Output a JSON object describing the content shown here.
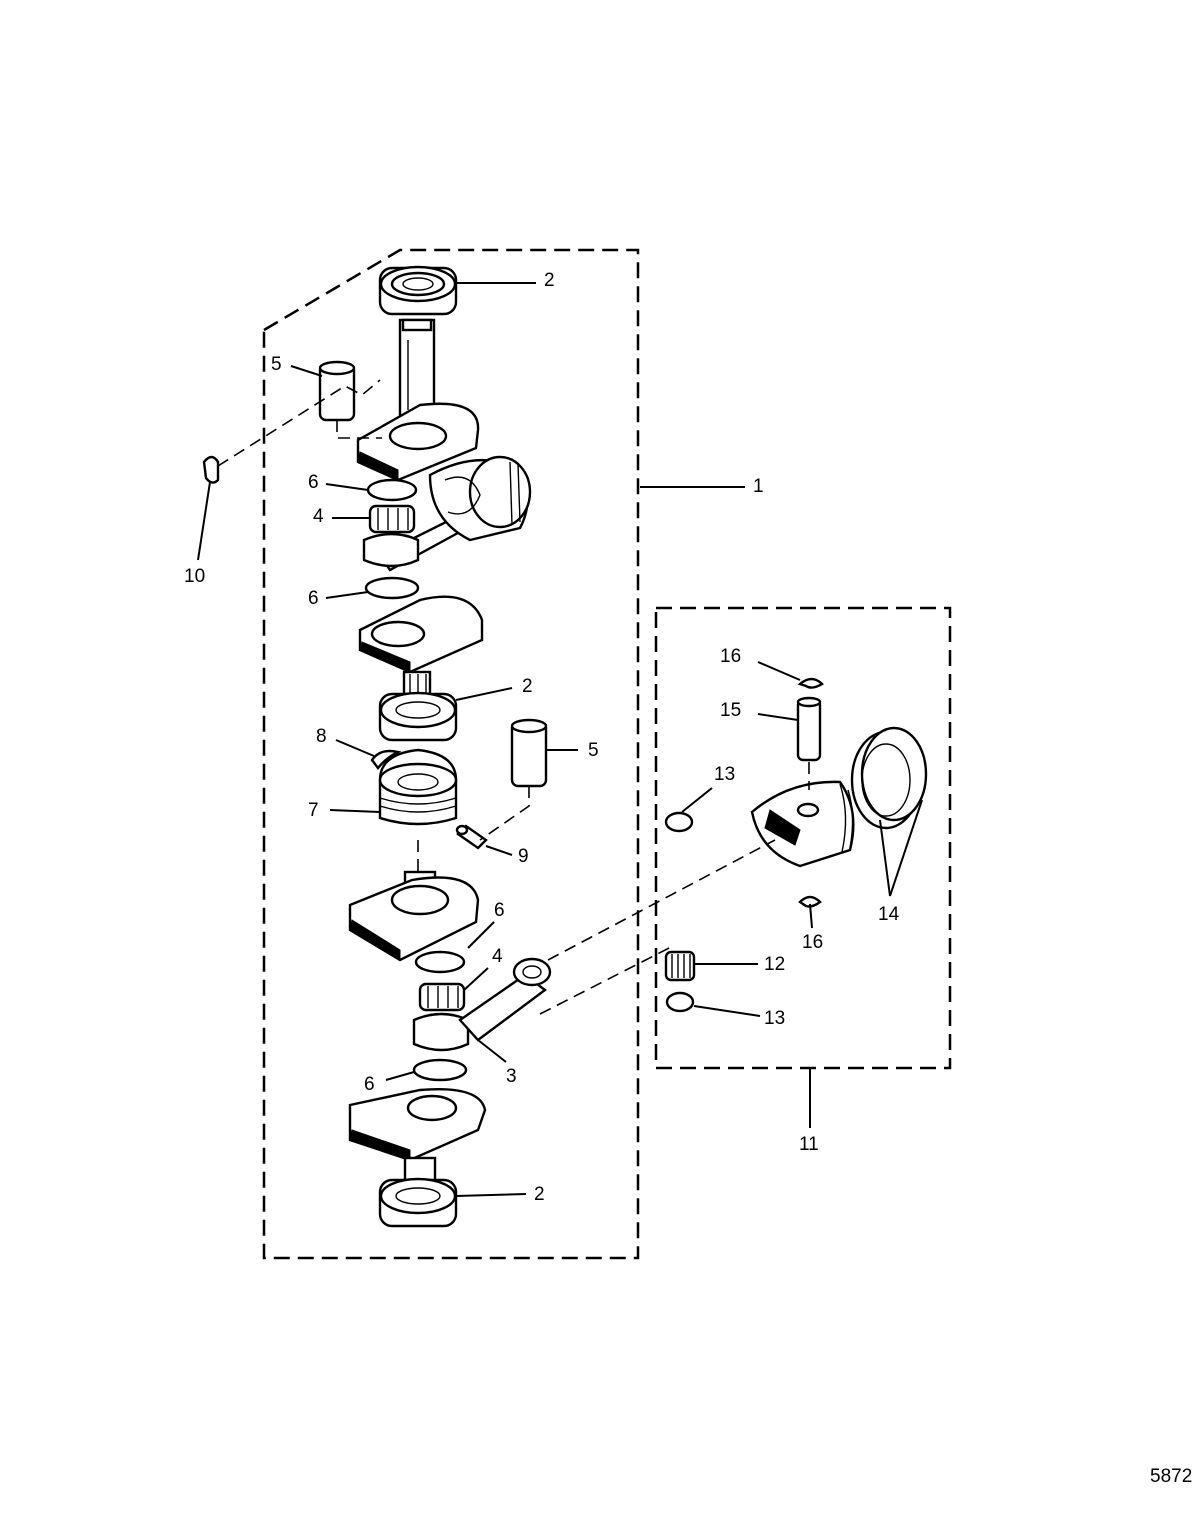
{
  "drawing_number": "5872",
  "callouts": {
    "c1": "1",
    "c2_top": "2",
    "c2_mid": "2",
    "c2_bottom": "2",
    "c3": "3",
    "c4_top": "4",
    "c4_bottom": "4",
    "c5_top": "5",
    "c5_mid": "5",
    "c6_a": "6",
    "c6_b": "6",
    "c6_c": "6",
    "c6_d": "6",
    "c7": "7",
    "c8": "8",
    "c9": "9",
    "c10": "10",
    "c11": "11",
    "c12": "12",
    "c13_top": "13",
    "c13_bottom": "13",
    "c14": "14",
    "c15": "15",
    "c16_top": "16",
    "c16_bottom": "16"
  }
}
